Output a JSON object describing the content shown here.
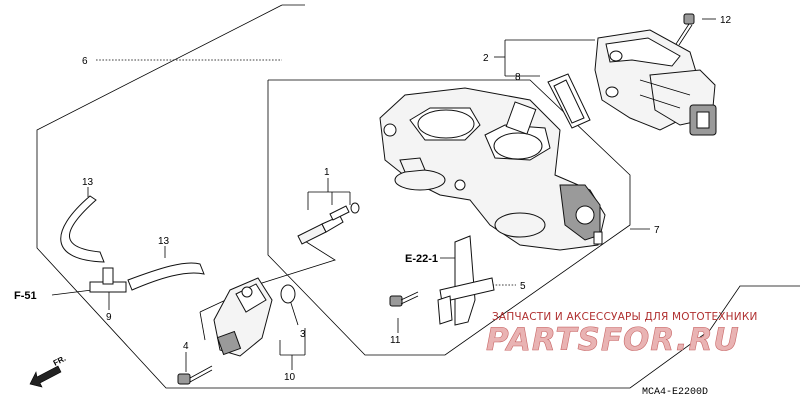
{
  "callouts": {
    "c1": "1",
    "c2": "2",
    "c3": "3",
    "c4": "4",
    "c5": "5",
    "c6": "6",
    "c7": "7",
    "c8": "8",
    "c9": "9",
    "c10": "10",
    "c11": "11",
    "c12": "12",
    "c13a": "13",
    "c13b": "13"
  },
  "refs": {
    "e22": "E-22-1",
    "f51": "F-51"
  },
  "direction": {
    "label": "FR."
  },
  "watermark": {
    "line1": "ЗАПЧАСТИ И АКСЕССУАРЫ ДЛЯ МОТОТЕХНИКИ",
    "line2": "PARTSFOR.RU",
    "color": "#c84a4a"
  },
  "diagram_code": "MCA4-E2200D"
}
